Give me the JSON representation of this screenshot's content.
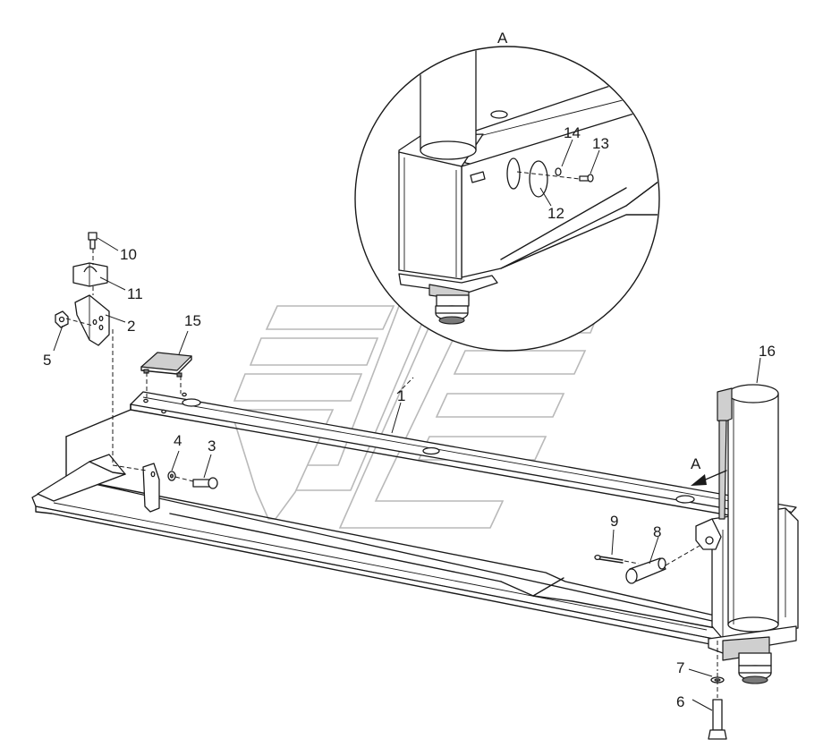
{
  "view_label": "A",
  "arrow_label": "A",
  "callouts": {
    "c1": "1",
    "c2": "2",
    "c3": "3",
    "c4": "4",
    "c5": "5",
    "c6": "6",
    "c7": "7",
    "c8": "8",
    "c9": "9",
    "c10": "10",
    "c11": "11",
    "c12": "12",
    "c13": "13",
    "c14": "14",
    "c15": "15",
    "c16": "16"
  },
  "icons": {
    "watermark": "company-logo-watermark",
    "view-arrow": "view-direction-arrow"
  }
}
